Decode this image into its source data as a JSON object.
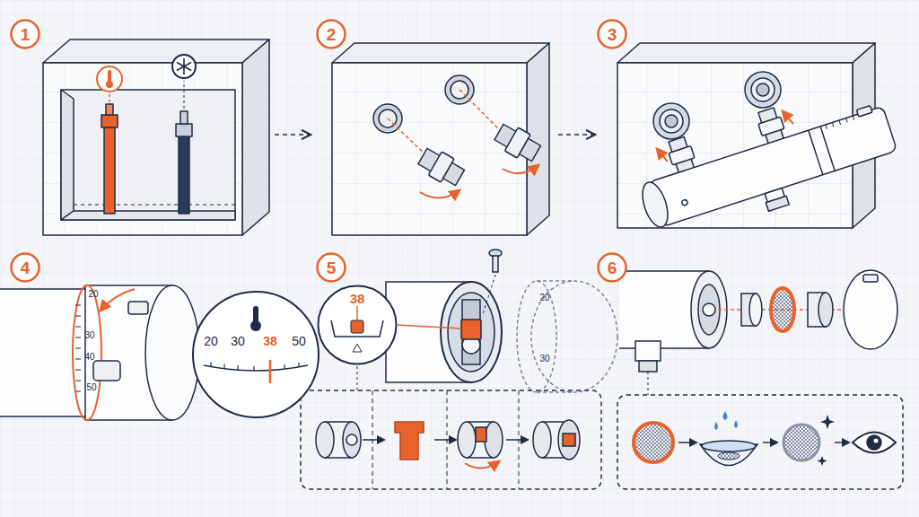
{
  "diagram": {
    "nodes": [
      {
        "text": [
          "1"
        ]
      },
      {
        "text": [
          "2"
        ]
      },
      {
        "text": [
          "3"
        ]
      },
      {
        "text": [
          "4"
        ]
      },
      {
        "text": [
          "20",
          "30",
          "38",
          "50"
        ]
      },
      {
        "text": [
          "5"
        ]
      },
      {
        "text": [
          "38"
        ]
      },
      {
        "text": [
          "6"
        ]
      }
    ],
    "labels": [
      "20",
      "30",
      "40",
      "50",
      "20",
      "30"
    ]
  }
}
